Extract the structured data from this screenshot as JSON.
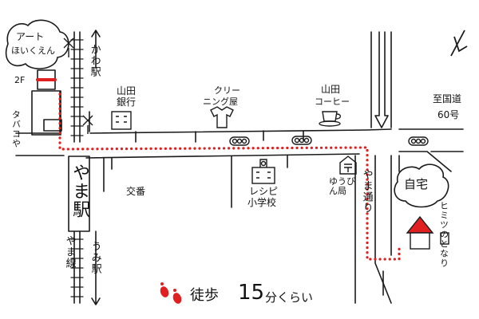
{
  "colors": {
    "route": "#e02020",
    "ink": "#1a1a1a",
    "home_roof": "#e02020"
  },
  "labels": {
    "art_gallery_1": "アート",
    "art_gallery_2": "ほいくえん",
    "floor_2f": "2F",
    "tobacco_shop": "タバコや",
    "kawa_station": "かわ駅",
    "yama_station": "やま駅",
    "yama_line": "やま線",
    "umi_station": "うみ駅",
    "police_box": "交番",
    "yamada_bank_1": "山田",
    "yamada_bank_2": "銀行",
    "cleaning_1": "クリー",
    "cleaning_2": "ニング屋",
    "yamada_coffee_1": "山田",
    "yamada_coffee_2": "コーヒー",
    "school_1": "レシピ",
    "school_2": "小学校",
    "post_office": "ゆうびん局",
    "street_yama": "やま通り",
    "home": "自宅",
    "home_next_door": "ヒミツのとなり",
    "highway_1": "至国道",
    "highway_2": "60号",
    "walk_time_1": "徒歩",
    "walk_time_2": "15",
    "walk_time_3": "分くらい"
  },
  "icons": [
    "footprints-icon",
    "bank-icon",
    "shirt-icon",
    "coffee-cup-icon",
    "school-icon",
    "post-office-icon",
    "traffic-light-icon",
    "railroad-crossing-icon",
    "north-arrow-icon",
    "home-icon"
  ]
}
